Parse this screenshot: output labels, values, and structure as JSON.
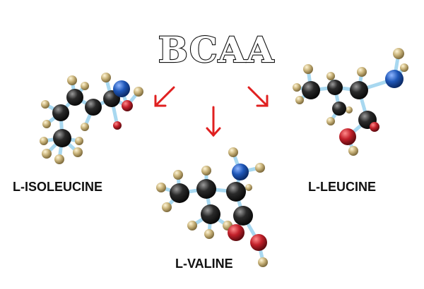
{
  "title": "BCAA",
  "molecules": [
    {
      "label": "L-ISOLEUCINE"
    },
    {
      "label": "L-VALINE"
    },
    {
      "label": "L-LEUCINE"
    }
  ],
  "colors": {
    "carbon": "#222222",
    "hydrogen": "#c9b37a",
    "nitrogen": "#1f57b8",
    "oxygen": "#c2202a",
    "bond": "#a8d8f0",
    "arrow": "#e02020",
    "text": "#111111"
  }
}
